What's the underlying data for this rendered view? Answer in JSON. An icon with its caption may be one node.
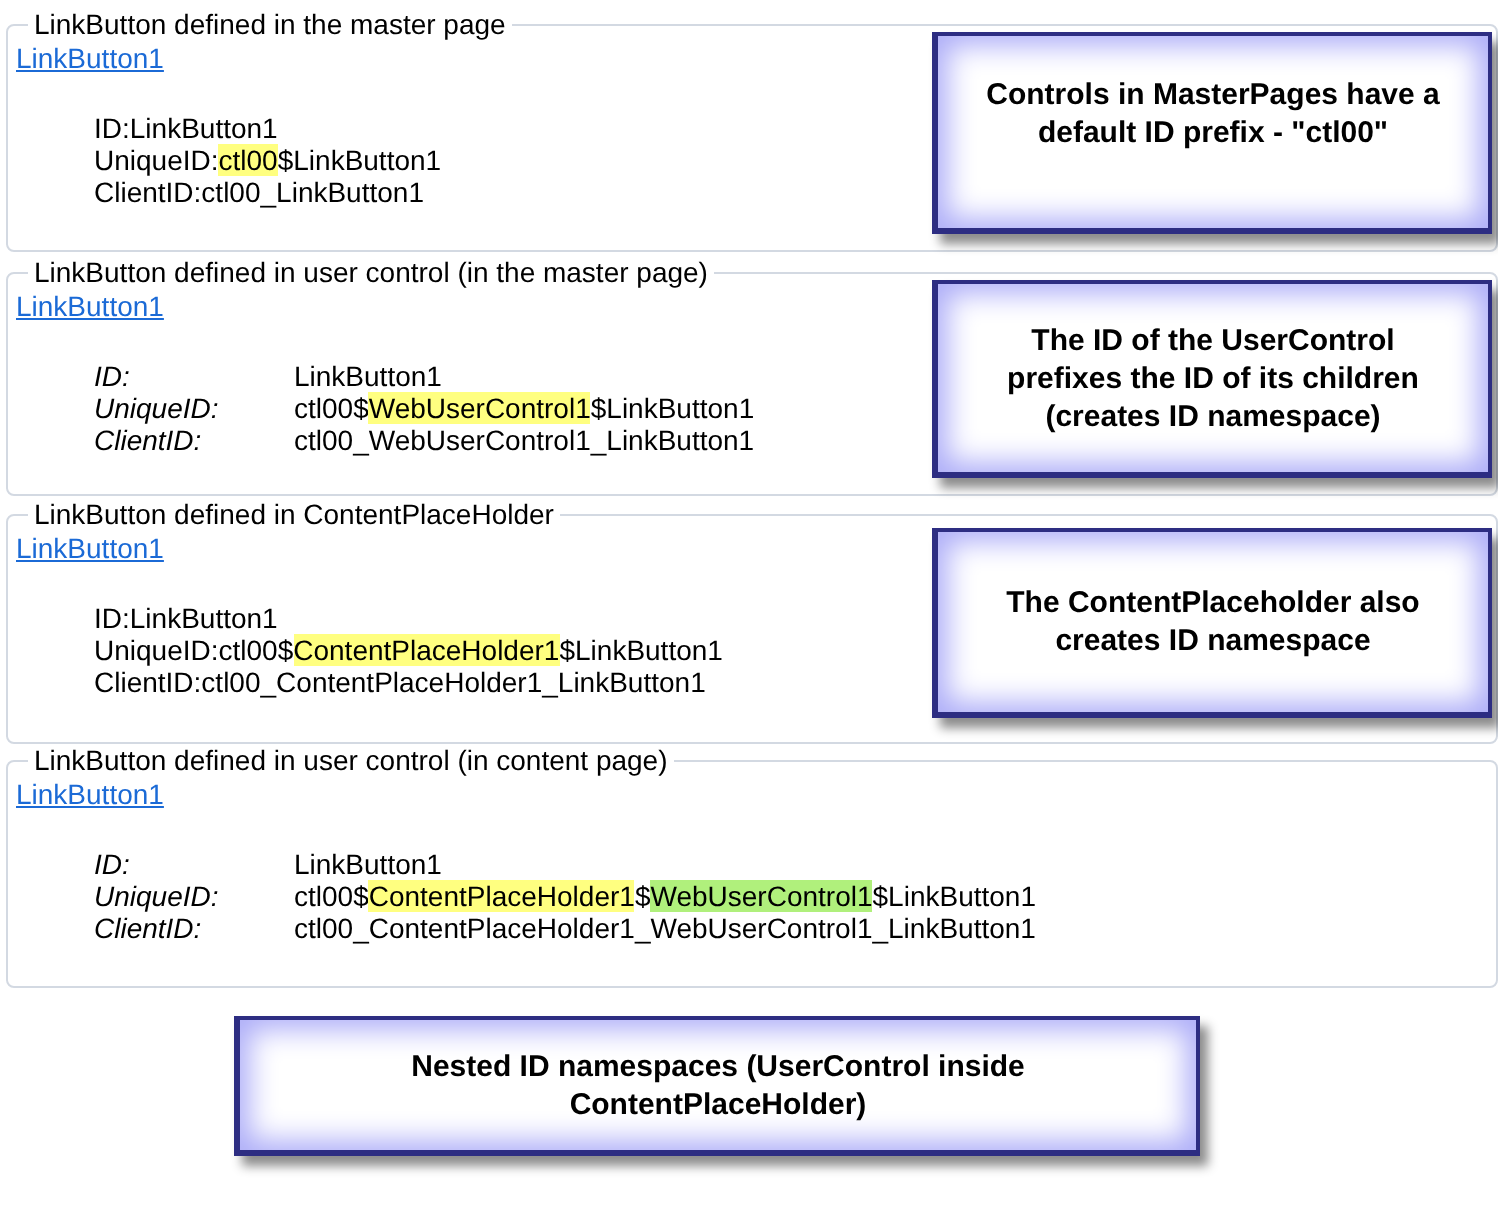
{
  "diagram": {
    "nodes": [
      {
        "text": [
          "LinkButton defined in the master page",
          "LinkButton1",
          "ID:LinkButton1",
          "UniqueID:**ctl00**$LinkButton1",
          "ClientID:ctl00_LinkButton1"
        ]
      },
      {
        "text": [
          "Controls in MasterPages have a default ID prefix - \"ctl00\""
        ],
        "in": 0
      },
      {
        "text": [
          "LinkButton defined in user control (in the master page)",
          "LinkButton1",
          "ID:",
          "LinkButton1",
          "UniqueID:",
          "ctl00$**WebUserControl1**$LinkButton1",
          "ClientID:",
          "ctl00_WebUserControl1_LinkButton1"
        ]
      },
      {
        "text": [
          "The ID of the UserControl prefixes the ID of its children (creates ID namespace)"
        ],
        "in": 2
      },
      {
        "text": [
          "LinkButton defined in ContentPlaceHolder",
          "LinkButton1",
          "ID:LinkButton1",
          "UniqueID:ctl00$**ContentPlaceHolder1**$LinkButton1",
          "ClientID:ctl00_ContentPlaceHolder1_LinkButton1"
        ]
      },
      {
        "text": [
          "The ContentPlaceholder also creates ID namespace"
        ],
        "in": 4
      },
      {
        "text": [
          "LinkButton defined in user control (in content page)",
          "LinkButton1",
          "ID:",
          "LinkButton1",
          "UniqueID:",
          "ctl00$**ContentPlaceHolder1**$*WebUserControl1*$LinkButton1",
          "ClientID:",
          "ctl00_ContentPlaceHolder1_WebUserControl1_LinkButton1"
        ]
      },
      {
        "text": [
          "Nested ID namespaces (UserControl inside ContentPlaceHolder)"
        ]
      }
    ]
  }
}
